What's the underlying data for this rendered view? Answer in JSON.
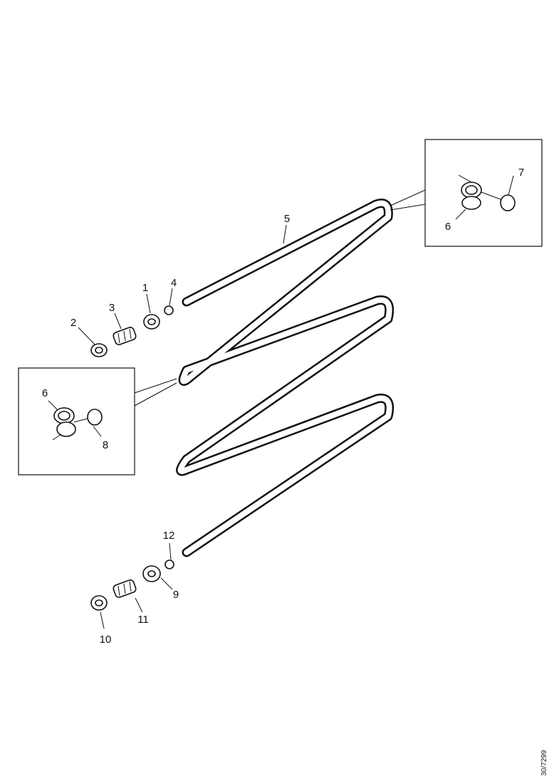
{
  "diagram": {
    "callouts": [
      {
        "id": "c1",
        "label": "1"
      },
      {
        "id": "c2",
        "label": "2"
      },
      {
        "id": "c3",
        "label": "3"
      },
      {
        "id": "c4",
        "label": "4"
      },
      {
        "id": "c5",
        "label": "5"
      },
      {
        "id": "c6a",
        "label": "6"
      },
      {
        "id": "c6b",
        "label": "6"
      },
      {
        "id": "c7",
        "label": "7"
      },
      {
        "id": "c8",
        "label": "8"
      },
      {
        "id": "c9",
        "label": "9"
      },
      {
        "id": "c10",
        "label": "10"
      },
      {
        "id": "c11",
        "label": "11"
      },
      {
        "id": "c12",
        "label": "12"
      }
    ],
    "reference_code": "30/7299"
  }
}
